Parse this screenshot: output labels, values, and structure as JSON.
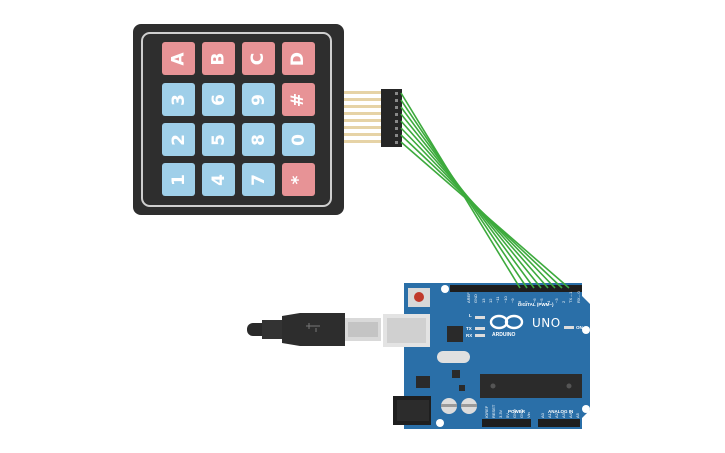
{
  "keypad": {
    "keys": [
      {
        "label": "A",
        "color": "#e79396"
      },
      {
        "label": "B",
        "color": "#e79396"
      },
      {
        "label": "C",
        "color": "#e79396"
      },
      {
        "label": "D",
        "color": "#e79396"
      },
      {
        "label": "3",
        "color": "#9fcfe9"
      },
      {
        "label": "6",
        "color": "#9fcfe9"
      },
      {
        "label": "9",
        "color": "#9fcfe9"
      },
      {
        "label": "#",
        "color": "#e79396"
      },
      {
        "label": "2",
        "color": "#9fcfe9"
      },
      {
        "label": "5",
        "color": "#9fcfe9"
      },
      {
        "label": "8",
        "color": "#9fcfe9"
      },
      {
        "label": "0",
        "color": "#9fcfe9"
      },
      {
        "label": "1",
        "color": "#9fcfe9"
      },
      {
        "label": "4",
        "color": "#9fcfe9"
      },
      {
        "label": "7",
        "color": "#9fcfe9"
      },
      {
        "label": "*",
        "color": "#e79396"
      }
    ]
  },
  "arduino": {
    "model": "UNO",
    "brand": "ARDUINO",
    "digital_label": "DIGITAL (PWM~)",
    "power_label": "POWER",
    "analog_label": "ANALOG IN",
    "led_l": "L",
    "led_tx": "TX",
    "led_rx": "RX",
    "led_on": "ON",
    "digital_pins": [
      "AREF",
      "GND",
      "13",
      "12",
      "~11",
      "~10",
      "~9",
      "8",
      "7",
      "~6",
      "~5",
      "4",
      "~3",
      "2",
      "TX→1",
      "RX←0"
    ],
    "power_pins": [
      "IOREF",
      "RESET",
      "3.3V",
      "5V",
      "GND",
      "GND",
      "Vin"
    ],
    "analog_pins": [
      "A0",
      "A1",
      "A2",
      "A3",
      "A4",
      "A5"
    ]
  },
  "colors": {
    "wire": "#3daa3d",
    "board": "#2a6fa8",
    "keypad_body": "#2e2e2e",
    "key_blue": "#9fcfe9",
    "key_red": "#e79396"
  }
}
